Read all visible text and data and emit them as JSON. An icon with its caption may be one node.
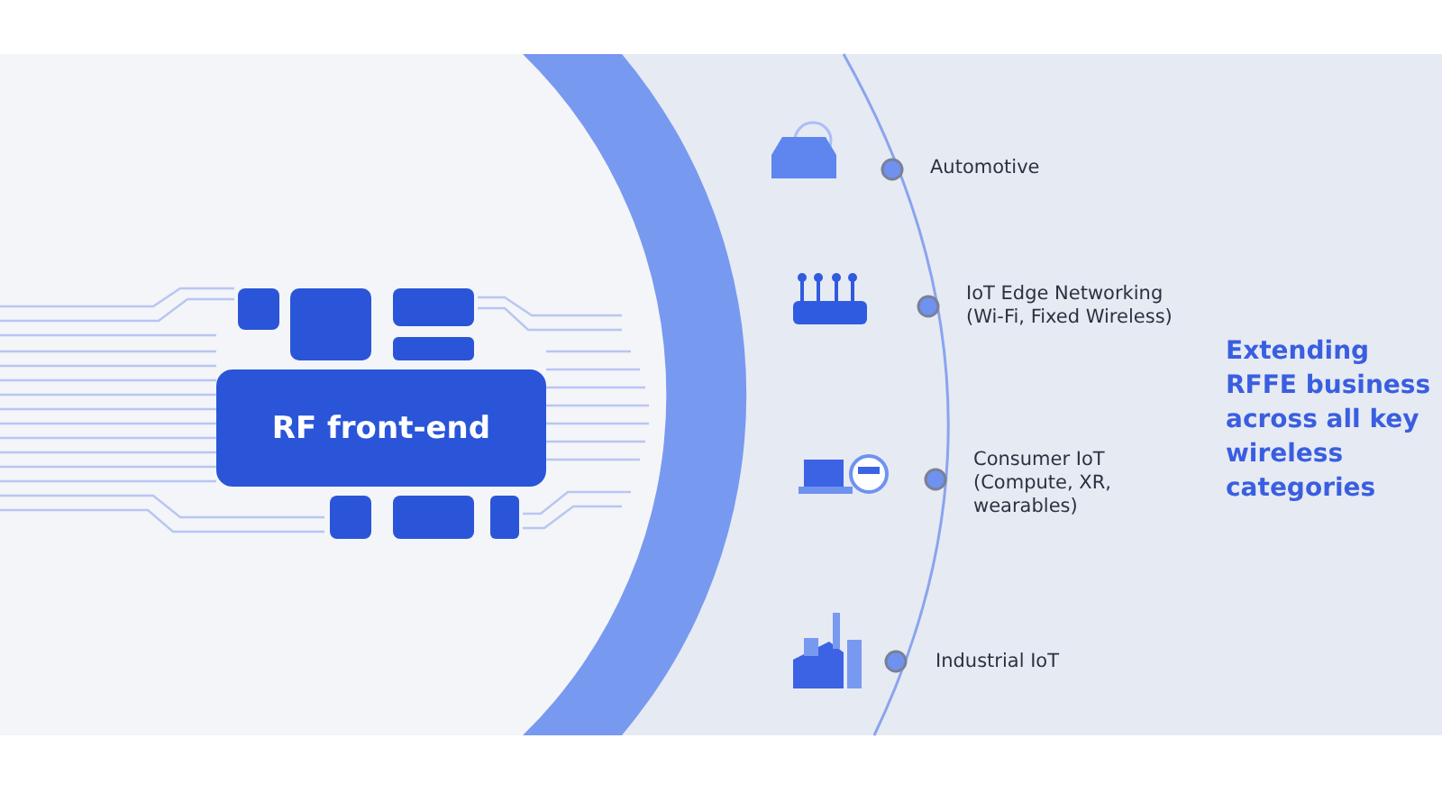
{
  "diagram": {
    "nodes": [
      {
        "text": [
          "RF front-end"
        ]
      }
    ],
    "labels": [
      "Automotive",
      "IoT Edge Networking (Wi-Fi, Fixed Wireless)",
      "Consumer IoT (Compute, XR, wearables)",
      "Industrial IoT",
      "Extending RFFE business across all key wireless categories"
    ]
  }
}
